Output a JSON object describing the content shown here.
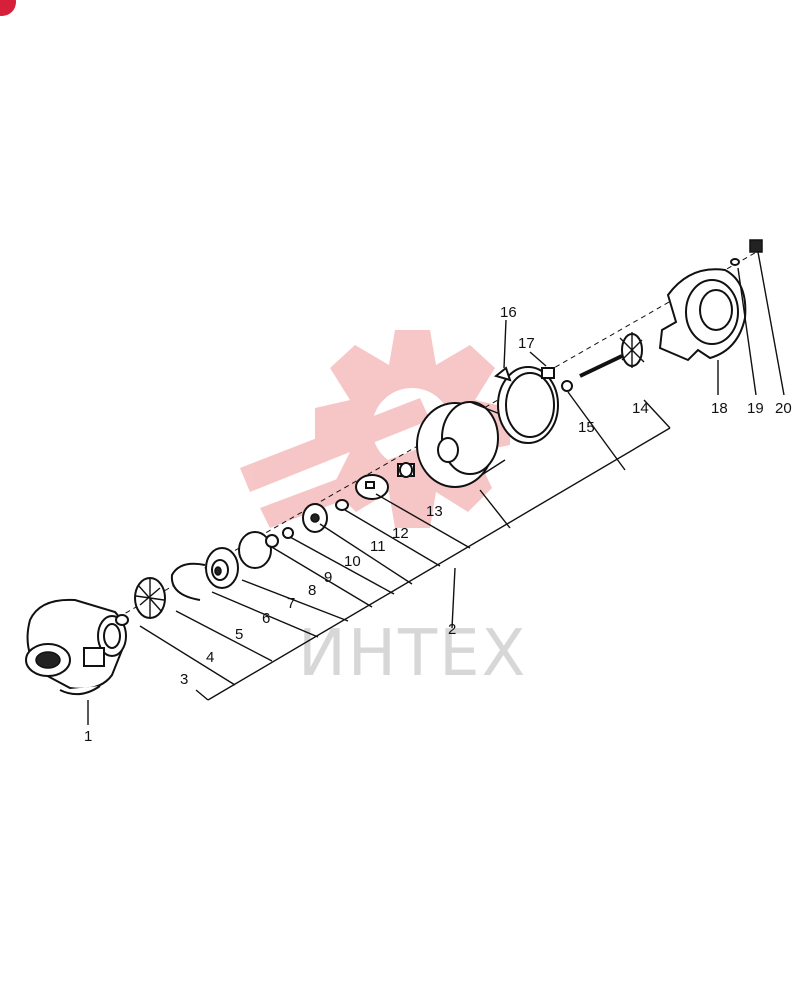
{
  "watermark": {
    "brand_text": "ИНТЕХ",
    "logo_icon": "gear-logo-icon",
    "logo_color": "#f4b3b3"
  },
  "corner_badge_color": "#d6203a",
  "callouts": {
    "c1": "1",
    "c2": "2",
    "c3": "3",
    "c4": "4",
    "c5": "5",
    "c6": "6",
    "c7": "7",
    "c8": "8",
    "c9": "9",
    "c10": "10",
    "c11": "11",
    "c12": "12",
    "c13": "13",
    "c14": "14",
    "c15": "15",
    "c16": "16",
    "c17": "17",
    "c18": "18",
    "c19": "19",
    "c20": "20"
  }
}
